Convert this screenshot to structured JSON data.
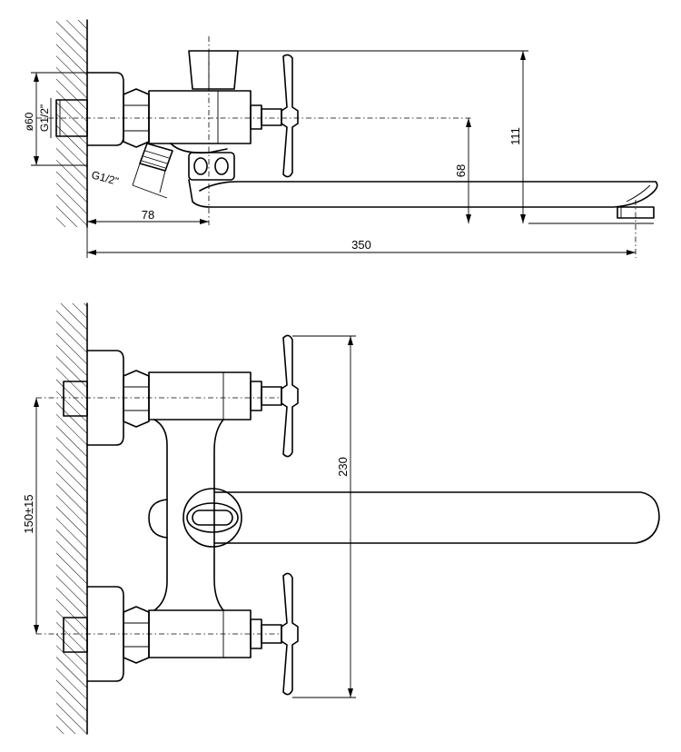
{
  "side_view": {
    "dim_total_length": "350",
    "dim_wall_to_outlet": "78",
    "dim_height_111": "111",
    "dim_height_68": "68",
    "dim_flange_diameter": "ø60",
    "thread_inlet": "G1/2\"",
    "thread_outlet": "G1/2\""
  },
  "top_view": {
    "dim_center_distance": "150±15",
    "dim_handle_span": "230"
  }
}
